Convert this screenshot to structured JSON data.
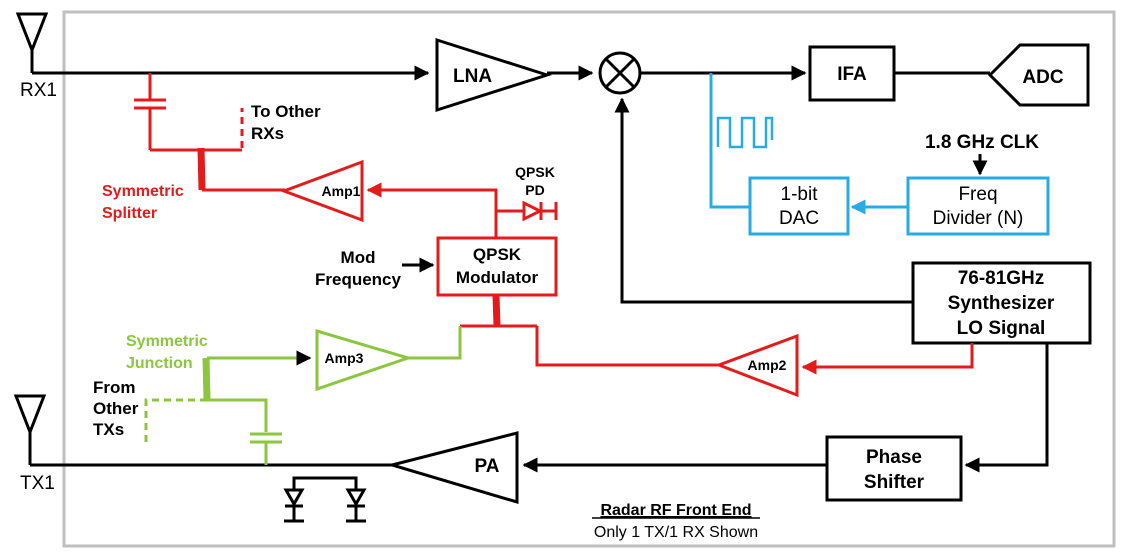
{
  "ports": {
    "rx": "RX1",
    "tx": "TX1"
  },
  "blocks": {
    "lna": "LNA",
    "ifa": "IFA",
    "adc": "ADC",
    "pa": "PA",
    "dac_line1": "1-bit",
    "dac_line2": "DAC",
    "freq_line1": "Freq",
    "freq_line2": "Divider (N)",
    "synth_line1": "76-81GHz",
    "synth_line2": "Synthesizer",
    "synth_line3": "LO Signal",
    "phase_line1": "Phase",
    "phase_line2": "Shifter",
    "qpsk_line1": "QPSK",
    "qpsk_line2": "Modulator",
    "amp1": "Amp1",
    "amp2": "Amp2",
    "amp3": "Amp3"
  },
  "labels": {
    "clk": "1.8 GHz CLK",
    "to_other_line1": "To Other",
    "to_other_line2": "RXs",
    "splitter_line1": "Symmetric",
    "splitter_line2": "Splitter",
    "junction_line1": "Symmetric",
    "junction_line2": "Junction",
    "from_other_line1": "From",
    "from_other_line2": "Other",
    "from_other_line3": "TXs",
    "qpsk_pd_line1": "QPSK",
    "qpsk_pd_line2": "PD",
    "mod_line1": "Mod",
    "mod_line2": "Frequency",
    "title": "Radar RF Front End",
    "subtitle": "Only 1 TX/1 RX Shown"
  },
  "colors": {
    "red_path": "#e31b1b",
    "green_path": "#8cc63f",
    "blue_path": "#29abe2",
    "frame": "#bfbfbf"
  }
}
